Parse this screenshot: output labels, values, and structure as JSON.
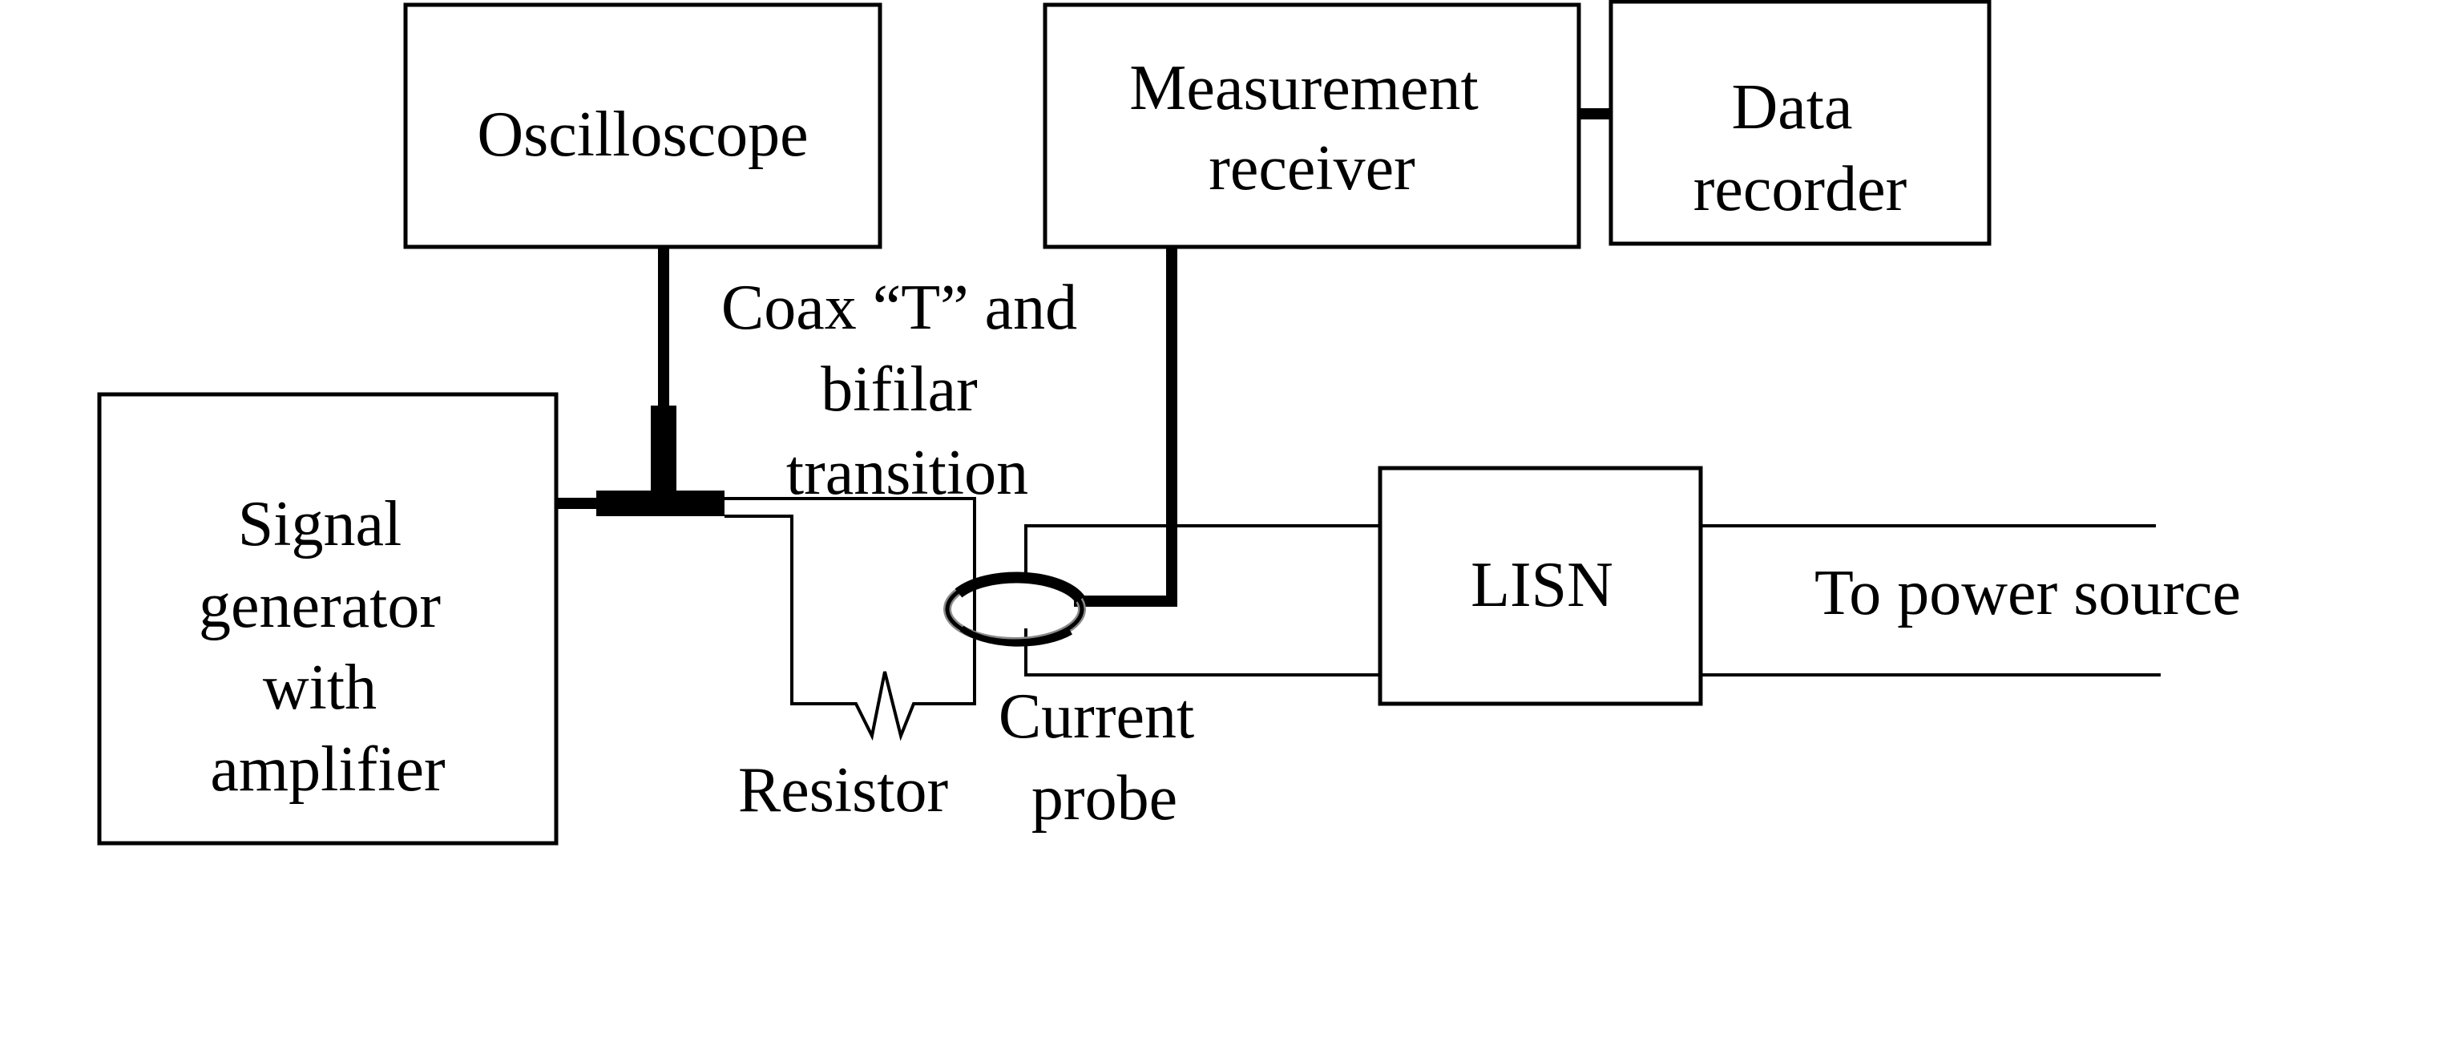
{
  "diagram": {
    "oscilloscope": "Oscilloscope",
    "measurement_receiver": [
      "Measurement",
      "receiver"
    ],
    "data_recorder": [
      "Data",
      "recorder"
    ],
    "signal_generator": [
      "Signal",
      "generator",
      "with",
      "amplifier"
    ],
    "coax_t": [
      "Coax “T” and",
      "bifilar",
      "transition"
    ],
    "resistor": "Resistor",
    "current_probe": [
      "Current",
      "probe"
    ],
    "lisn": "LISN",
    "power_source": "To power source"
  },
  "colors": {
    "line": "#000000",
    "background": "#ffffff"
  }
}
